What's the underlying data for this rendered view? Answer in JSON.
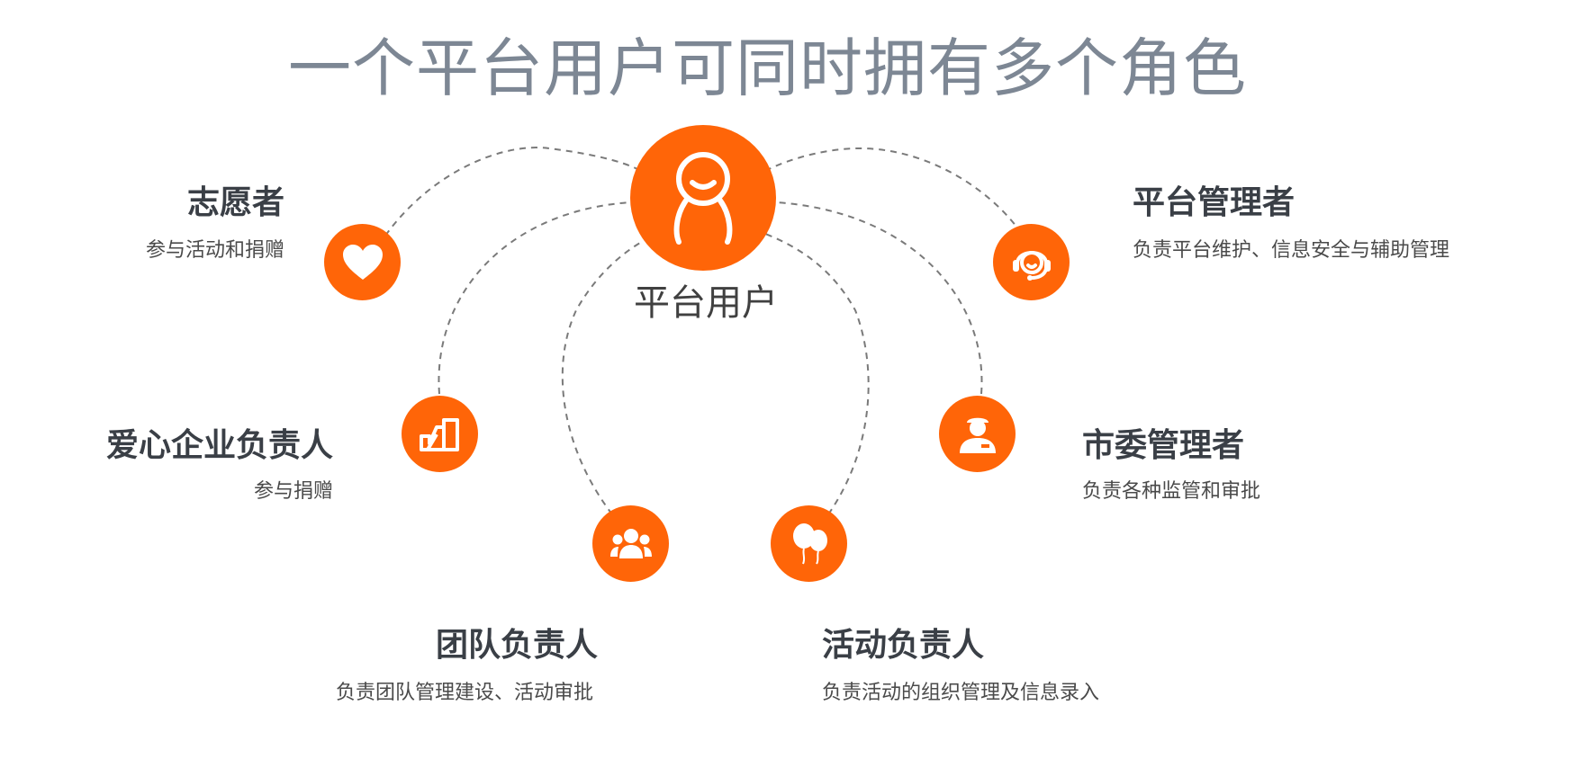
{
  "title": "一个平台用户可同时拥有多个角色",
  "center": {
    "label": "平台用户",
    "icon": "user-icon"
  },
  "colors": {
    "accent": "#ff6508",
    "title": "#7d8794",
    "text": "#3a3f46",
    "arc": "#7a7a7a"
  },
  "roles": [
    {
      "name": "志愿者",
      "desc": "参与活动和捐赠",
      "icon": "heart-icon"
    },
    {
      "name": "爱心企业负责人",
      "desc": "参与捐赠",
      "icon": "enterprise-icon"
    },
    {
      "name": "团队负责人",
      "desc": "负责团队管理建设、活动审批",
      "icon": "team-icon"
    },
    {
      "name": "活动负责人",
      "desc": "负责活动的组织管理及信息录入",
      "icon": "balloon-icon"
    },
    {
      "name": "市委管理者",
      "desc": "负责各种监管和审批",
      "icon": "officer-icon"
    },
    {
      "name": "平台管理者",
      "desc": "负责平台维护、信息安全与辅助管理",
      "icon": "headset-icon"
    }
  ]
}
